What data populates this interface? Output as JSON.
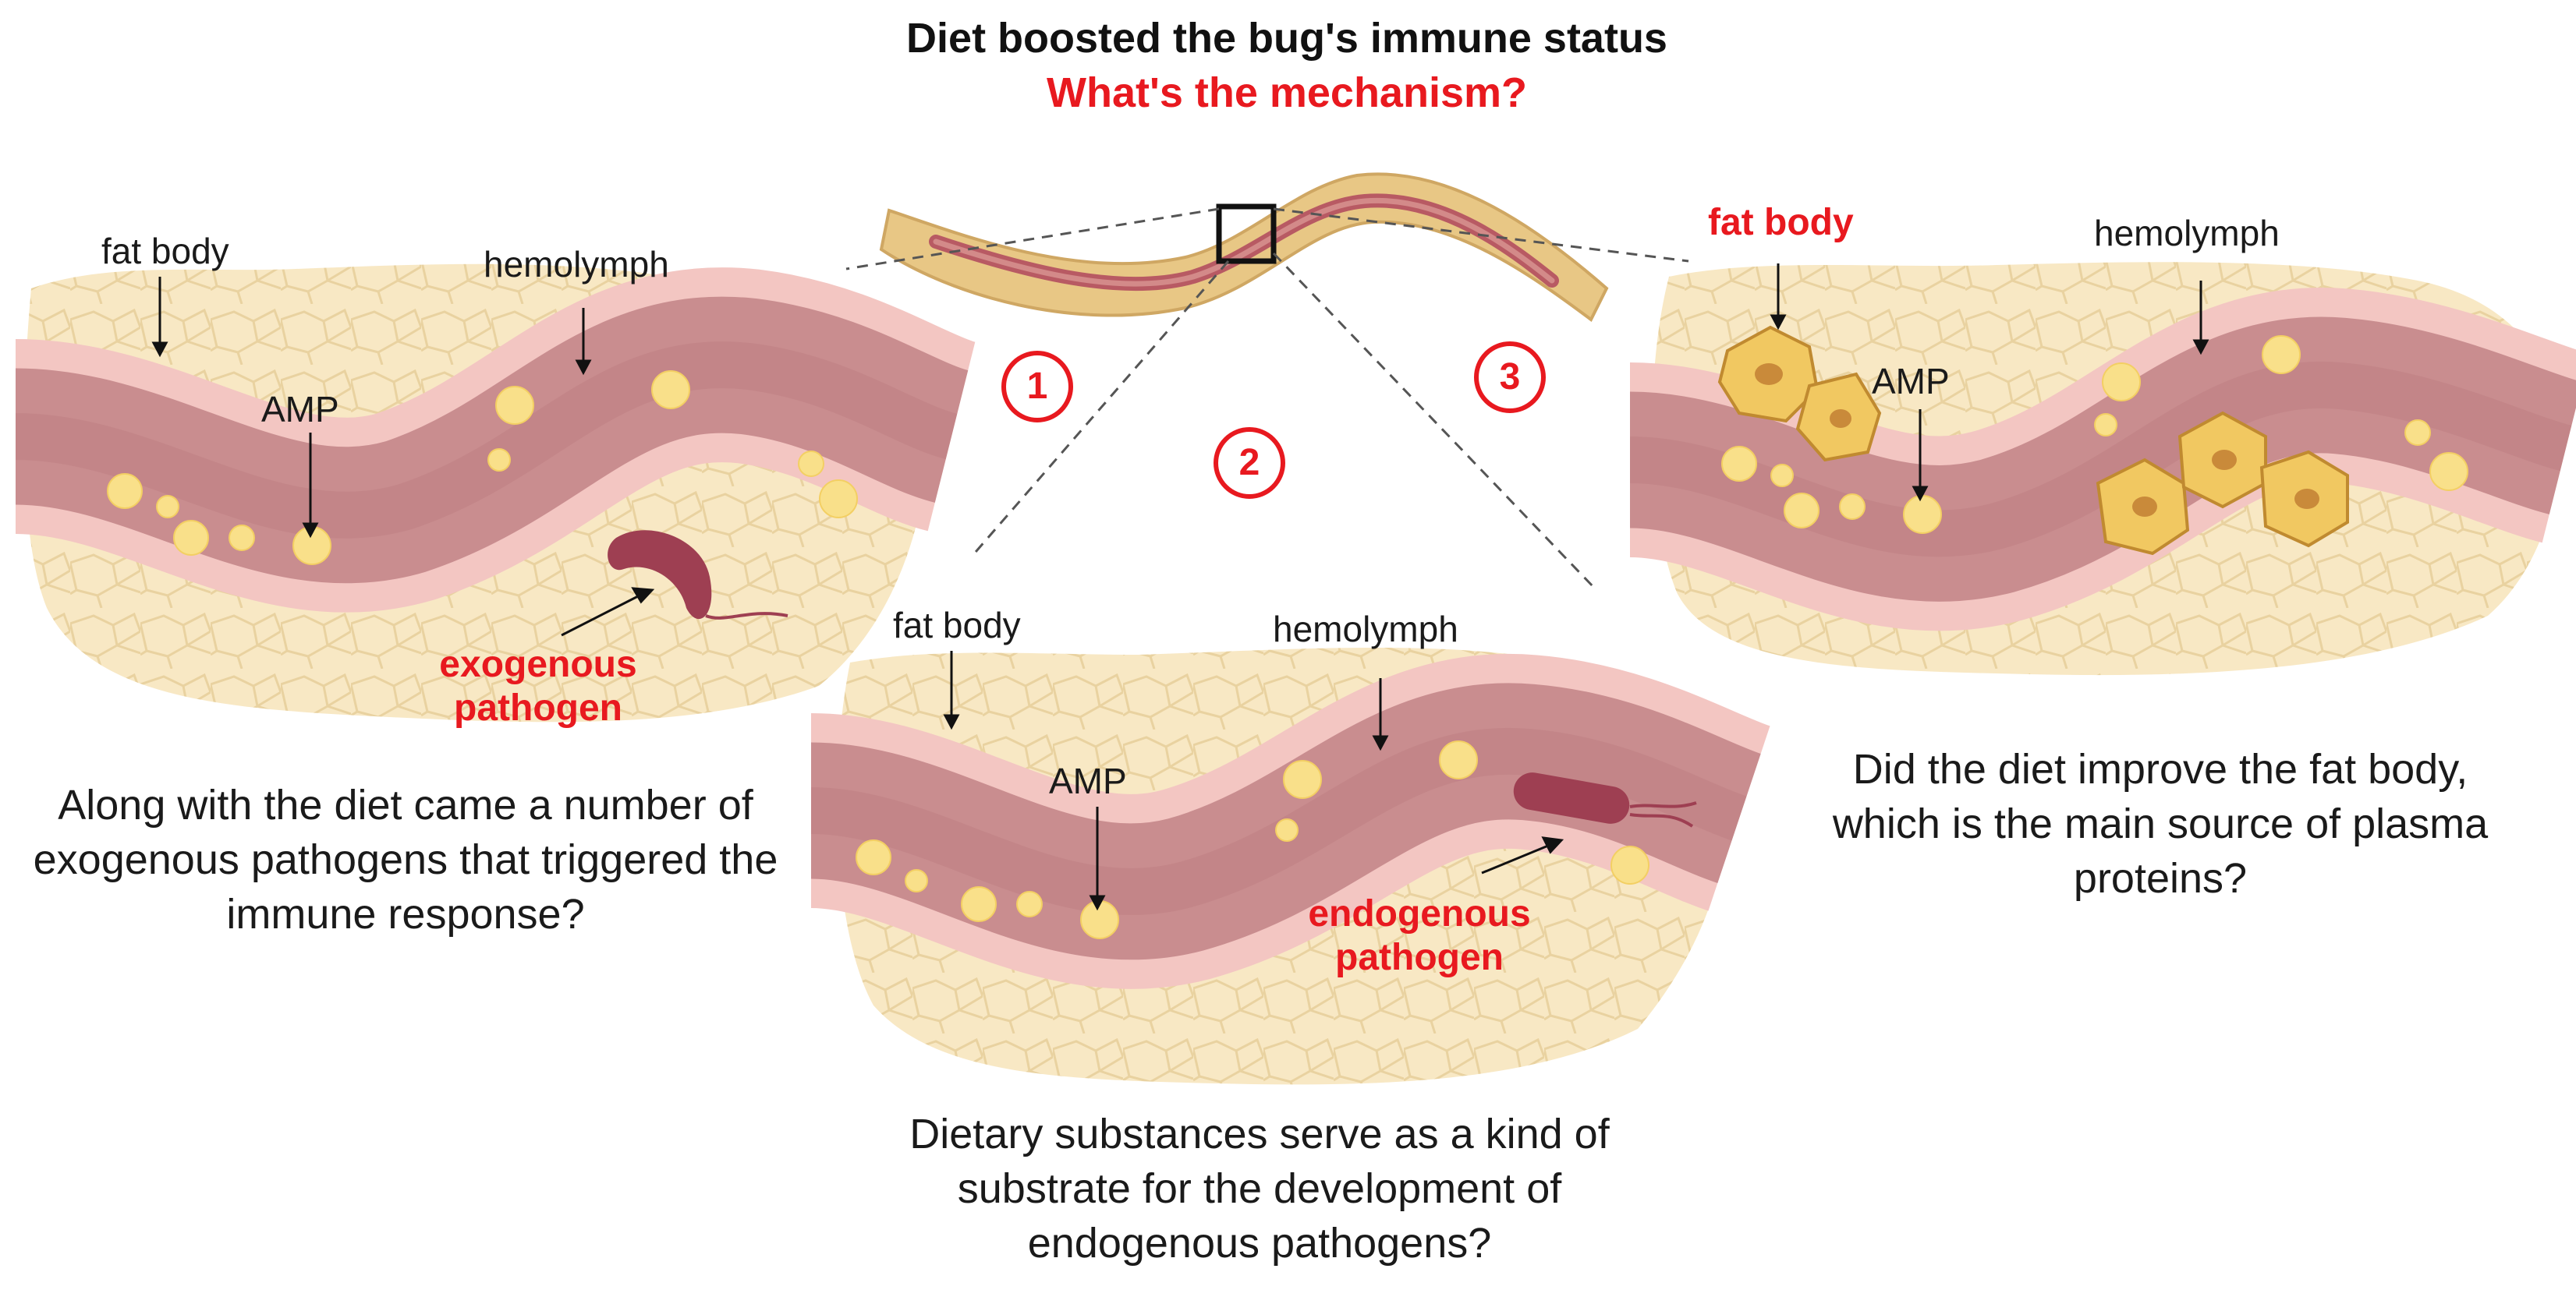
{
  "title": "Diet boosted the bug's immune status",
  "subtitle": "What's the mechanism?",
  "steps": [
    "1",
    "2",
    "3"
  ],
  "colors": {
    "title_red": "#e8191f",
    "fat_body_tissue": "#f7e6bf",
    "hemolymph_vessel": "#c98d8f",
    "amp_granule": "#f9e08a",
    "pathogen": "#9e3f52",
    "activated_fat_cell": "#f1c861"
  },
  "panels": {
    "left": {
      "labels": {
        "fat_body": "fat body",
        "hemolymph": "hemolymph",
        "amp": "AMP"
      },
      "pathogen_label": [
        "exogenous",
        "pathogen"
      ],
      "caption": "Along with the diet came a number of exogenous pathogens that triggered the immune response?"
    },
    "middle": {
      "labels": {
        "fat_body": "fat body",
        "hemolymph": "hemolymph",
        "amp": "AMP"
      },
      "pathogen_label": [
        "endogenous",
        "pathogen"
      ],
      "caption": "Dietary substances serve as a kind of substrate for the development of endogenous pathogens?"
    },
    "right": {
      "labels": {
        "fat_body": "fat body",
        "hemolymph": "hemolymph",
        "amp": "AMP"
      },
      "caption": "Did the diet improve the fat body, which is the main source of plasma proteins?"
    }
  }
}
